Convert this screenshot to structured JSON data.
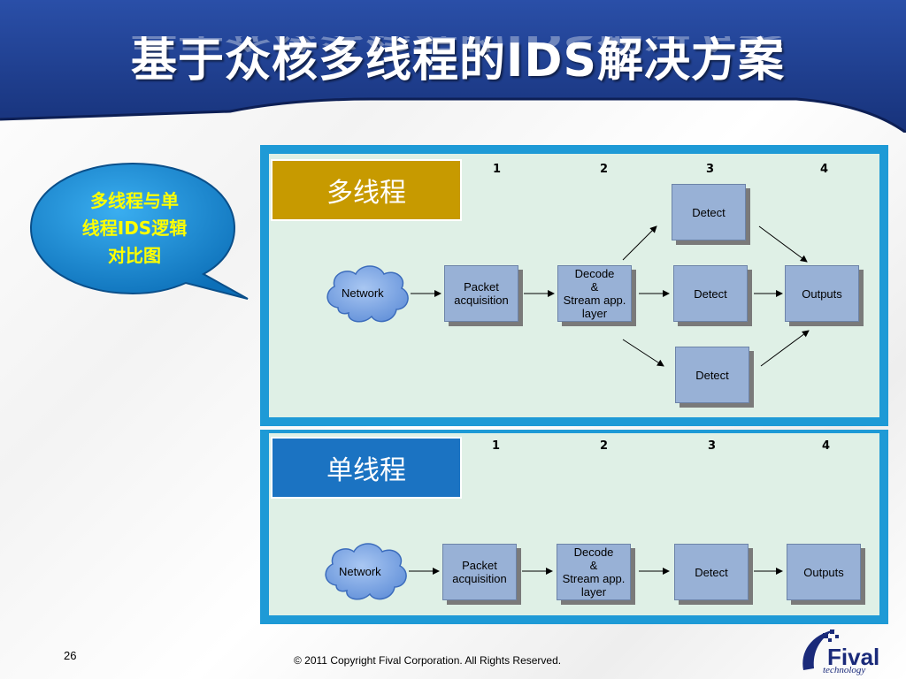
{
  "slide": {
    "title": "基于众核多线程的IDS解决方案",
    "page_number": "26",
    "copyright": "© 2011 Copyright  Fival Corporation. All Rights Reserved.",
    "logo": {
      "name": "Fival",
      "tagline": "technology"
    },
    "header_color": "#1f3f8f",
    "panel_border_color": "#1e9ad6",
    "panel_fill_color": "#dff0e6",
    "box_color": "#98b1d6"
  },
  "callout": {
    "text_lines": [
      "多线程与单",
      "线程IDS逻辑",
      "对比图"
    ],
    "text_color": "#ffff00",
    "fill_color": "#1f8ed8"
  },
  "multi": {
    "label": "多线程",
    "label_color": "#c79a00",
    "steps": [
      "1",
      "2",
      "3",
      "4"
    ],
    "network": "Network",
    "packet": "Packet acquisition",
    "decode": [
      "Decode",
      "&",
      "Stream app.",
      "layer"
    ],
    "detect_top": "Detect",
    "detect_mid": "Detect",
    "detect_bot": "Detect",
    "outputs": "Outputs"
  },
  "single": {
    "label": "单线程",
    "label_color": "#1b73c2",
    "steps": [
      "1",
      "2",
      "3",
      "4"
    ],
    "network": "Network",
    "packet": "Packet acquisition",
    "decode": [
      "Decode",
      "&",
      "Stream app.",
      "layer"
    ],
    "detect": "Detect",
    "outputs": "Outputs"
  }
}
